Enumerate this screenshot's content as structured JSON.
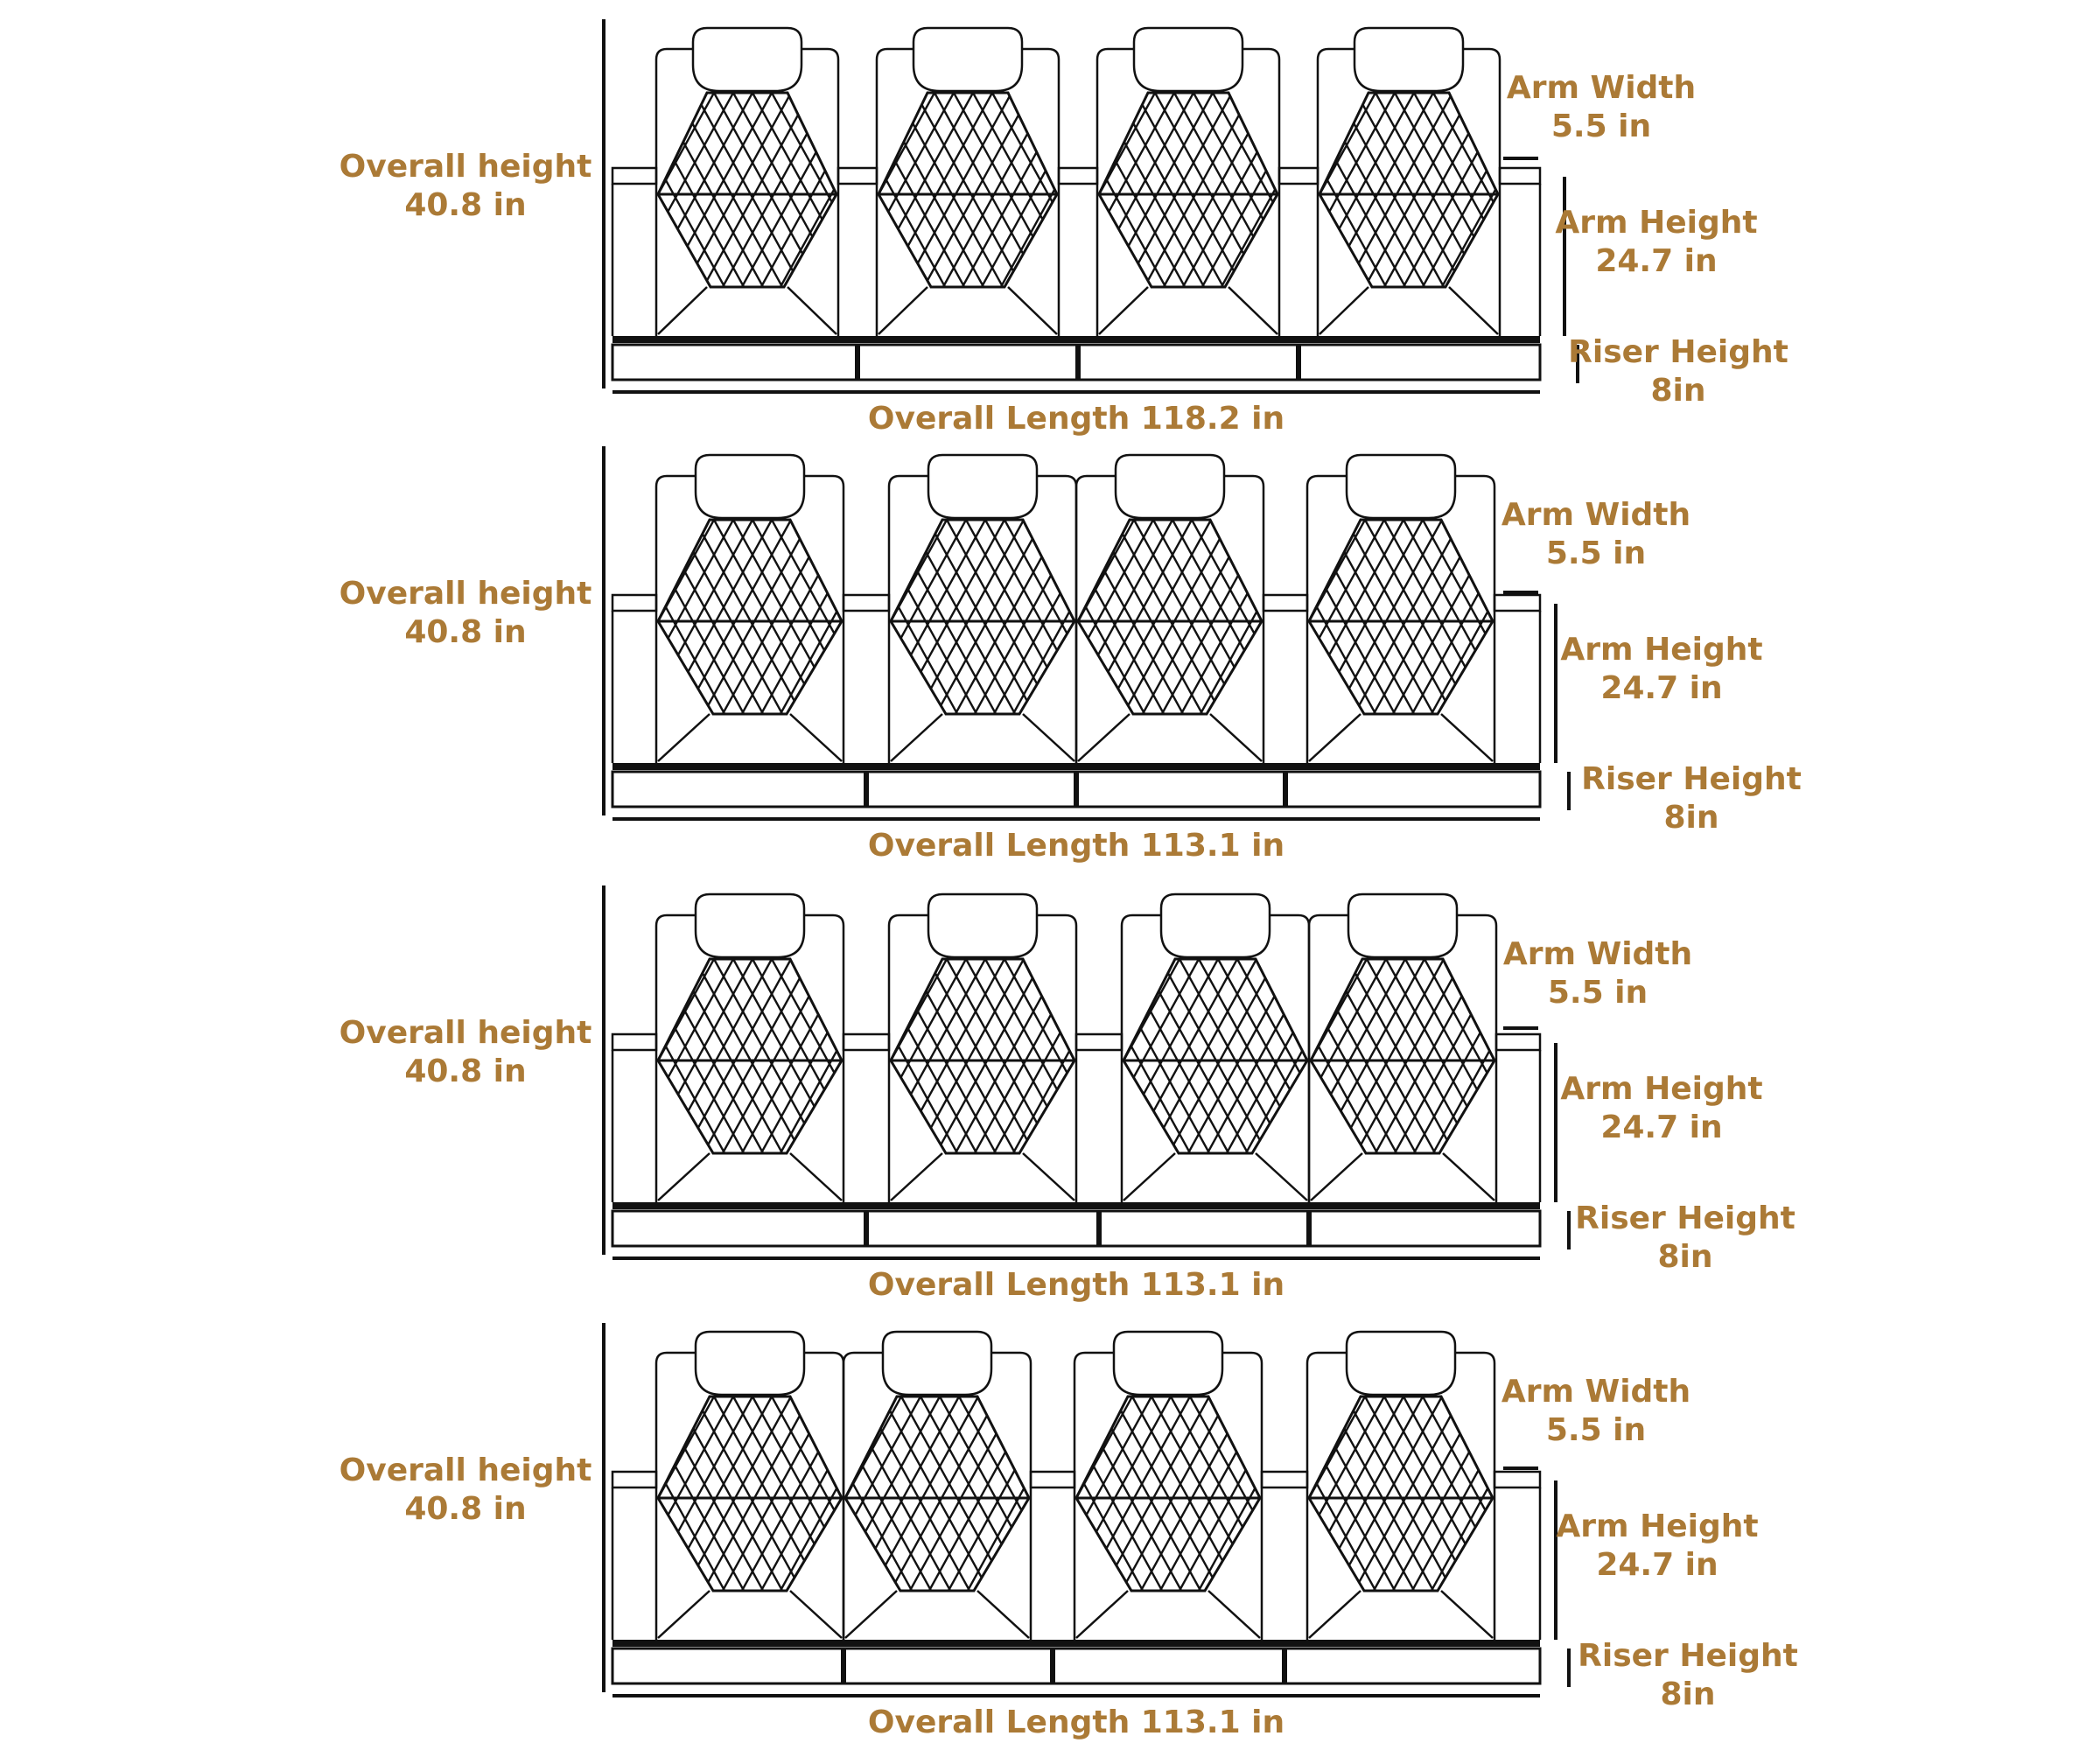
{
  "colors": {
    "label": "#ab7a36",
    "line": "#111111",
    "background": "#ffffff"
  },
  "rows": [
    {
      "overall_height_label": "Overall height",
      "overall_height_value": "40.8 in",
      "arm_width_label": "Arm Width",
      "arm_width_value": "5.5 in",
      "arm_height_label": "Arm Height",
      "arm_height_value": "24.7 in",
      "riser_height_label": "Riser Height",
      "riser_height_value": "8in",
      "overall_length": "Overall Length 118.2 in",
      "seat_count": 4
    },
    {
      "overall_height_label": "Overall height",
      "overall_height_value": "40.8 in",
      "arm_width_label": "Arm Width",
      "arm_width_value": "5.5 in",
      "arm_height_label": "Arm Height",
      "arm_height_value": "24.7 in",
      "riser_height_label": "Riser Height",
      "riser_height_value": "8in",
      "overall_length": "Overall Length 113.1 in",
      "seat_count": 4
    },
    {
      "overall_height_label": "Overall height",
      "overall_height_value": "40.8 in",
      "arm_width_label": "Arm Width",
      "arm_width_value": "5.5 in",
      "arm_height_label": "Arm Height",
      "arm_height_value": "24.7 in",
      "riser_height_label": "Riser Height",
      "riser_height_value": "8in",
      "overall_length": "Overall Length 113.1 in",
      "seat_count": 4
    },
    {
      "overall_height_label": "Overall height",
      "overall_height_value": "40.8 in",
      "arm_width_label": "Arm Width",
      "arm_width_value": "5.5 in",
      "arm_height_label": "Arm Height",
      "arm_height_value": "24.7 in",
      "riser_height_label": "Riser Height",
      "riser_height_value": "8in",
      "overall_length": "Overall Length 113.1 in",
      "seat_count": 4
    }
  ]
}
